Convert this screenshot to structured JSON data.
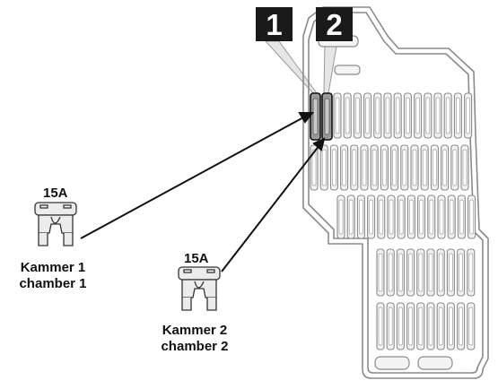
{
  "callouts": {
    "one": "1",
    "two": "2"
  },
  "fuses": [
    {
      "rating": "15A",
      "label_de": "Kammer 1",
      "label_en": "chamber 1"
    },
    {
      "rating": "15A",
      "label_de": "Kammer 2",
      "label_en": "chamber 2"
    }
  ],
  "colors": {
    "outline": "#888888",
    "fuse_fill": "#eeeeee",
    "highlight": "#999999",
    "callout_bg": "#1a1a1a",
    "line": "#111111"
  }
}
